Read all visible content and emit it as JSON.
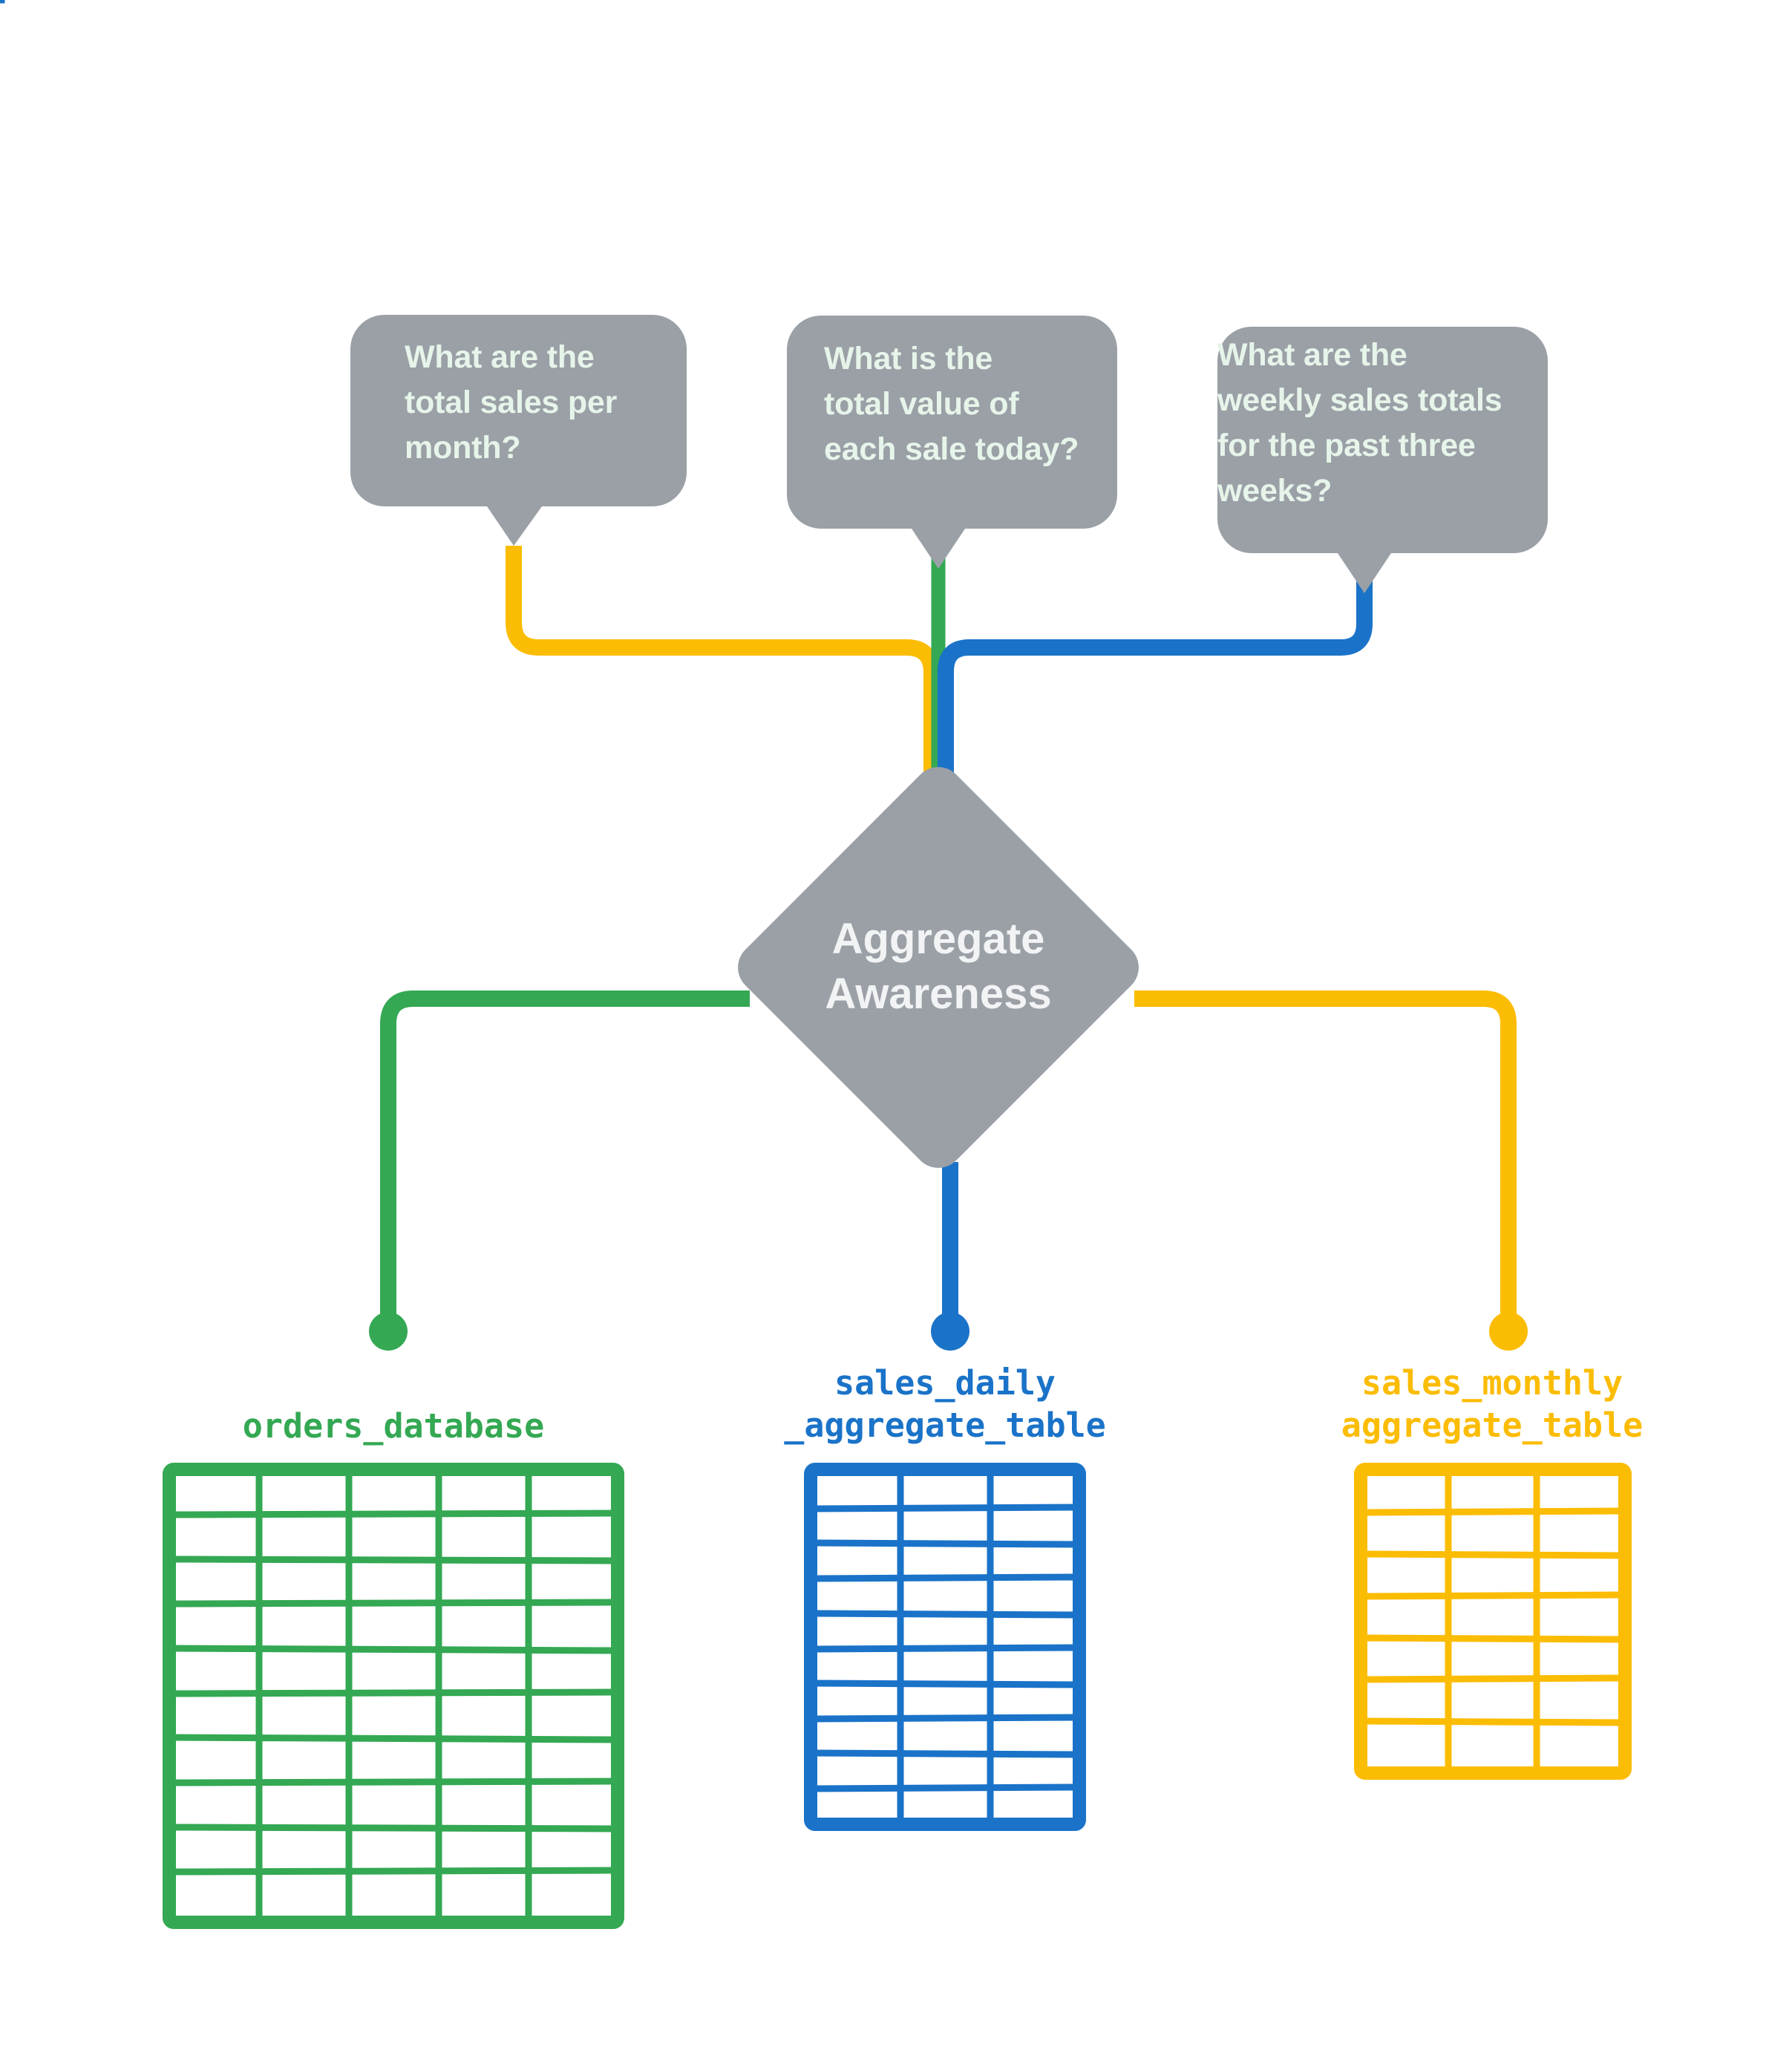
{
  "diagram": {
    "title": "Aggregate Awareness",
    "colors": {
      "gray": "#9aa0a6",
      "bubble_text": "#e6f4ea",
      "node_text": "#f1f3f4",
      "green": "#34a853",
      "blue": "#1a73c8",
      "yellow": "#fbbc04",
      "background": "#ffffff"
    },
    "questions": [
      {
        "id": "question-monthly",
        "text": "What are the\ntotal sales per\nmonth?",
        "connector_color": "#fbbc04"
      },
      {
        "id": "question-daily",
        "text": "What is the\ntotal value of\neach sale today?",
        "connector_color": "#34a853"
      },
      {
        "id": "question-weekly",
        "text": "What are the\nweekly sales totals\nfor the past three\nweeks?",
        "connector_color": "#1a73c8"
      }
    ],
    "center_node": {
      "label": "Aggregate\nAwareness",
      "shape": "diamond",
      "fill": "#9aa0a6"
    },
    "sources": [
      {
        "id": "source-orders-database",
        "label": "orders_database",
        "color": "#34a853",
        "columns": 5,
        "rows": 10
      },
      {
        "id": "source-sales-daily",
        "label": "sales_daily\n_aggregate_table",
        "color": "#1a73c8",
        "columns": 3,
        "rows": 10
      },
      {
        "id": "source-sales-monthly",
        "label": "sales_monthly\naggregate_table",
        "color": "#fbbc04",
        "columns": 3,
        "rows": 7
      }
    ]
  }
}
